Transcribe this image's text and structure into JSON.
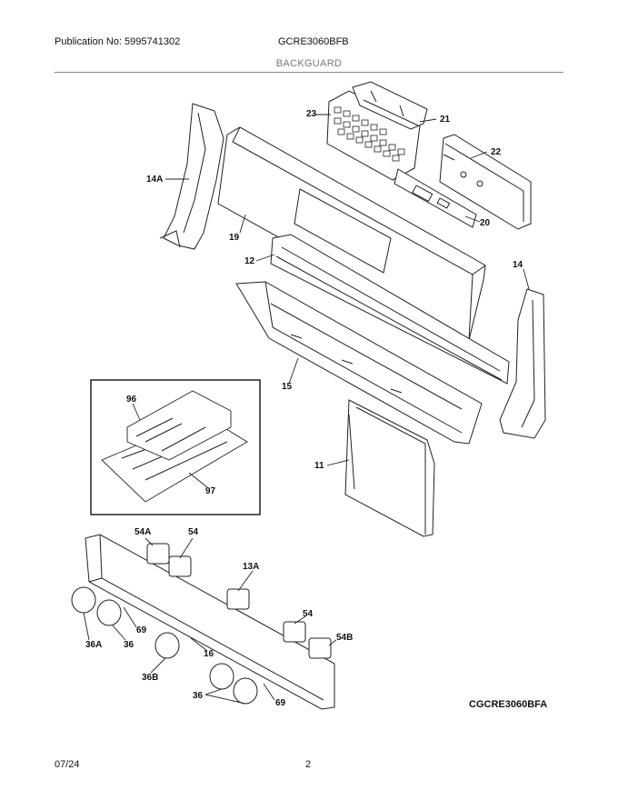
{
  "header": {
    "publication": "Publication No: 5995741302",
    "model": "GCRE3060BFB",
    "section": "BACKGUARD"
  },
  "parts": {
    "p23": "23",
    "p21": "21",
    "p22": "22",
    "p14A": "14A",
    "p19": "19",
    "p20": "20",
    "p12": "12",
    "p14": "14",
    "p15": "15",
    "p96": "96",
    "p11": "11",
    "p97": "97",
    "p54A": "54A",
    "p54a": "54",
    "p13A": "13A",
    "p54b": "54",
    "p54B": "54B",
    "p69a": "69",
    "p36A": "36A",
    "p36a": "36",
    "p16": "16",
    "p36B": "36B",
    "p36b": "36",
    "p69b": "69"
  },
  "diagram_ref": "CGCRE3060BFA",
  "footer": {
    "date": "07/24",
    "page": "2"
  }
}
